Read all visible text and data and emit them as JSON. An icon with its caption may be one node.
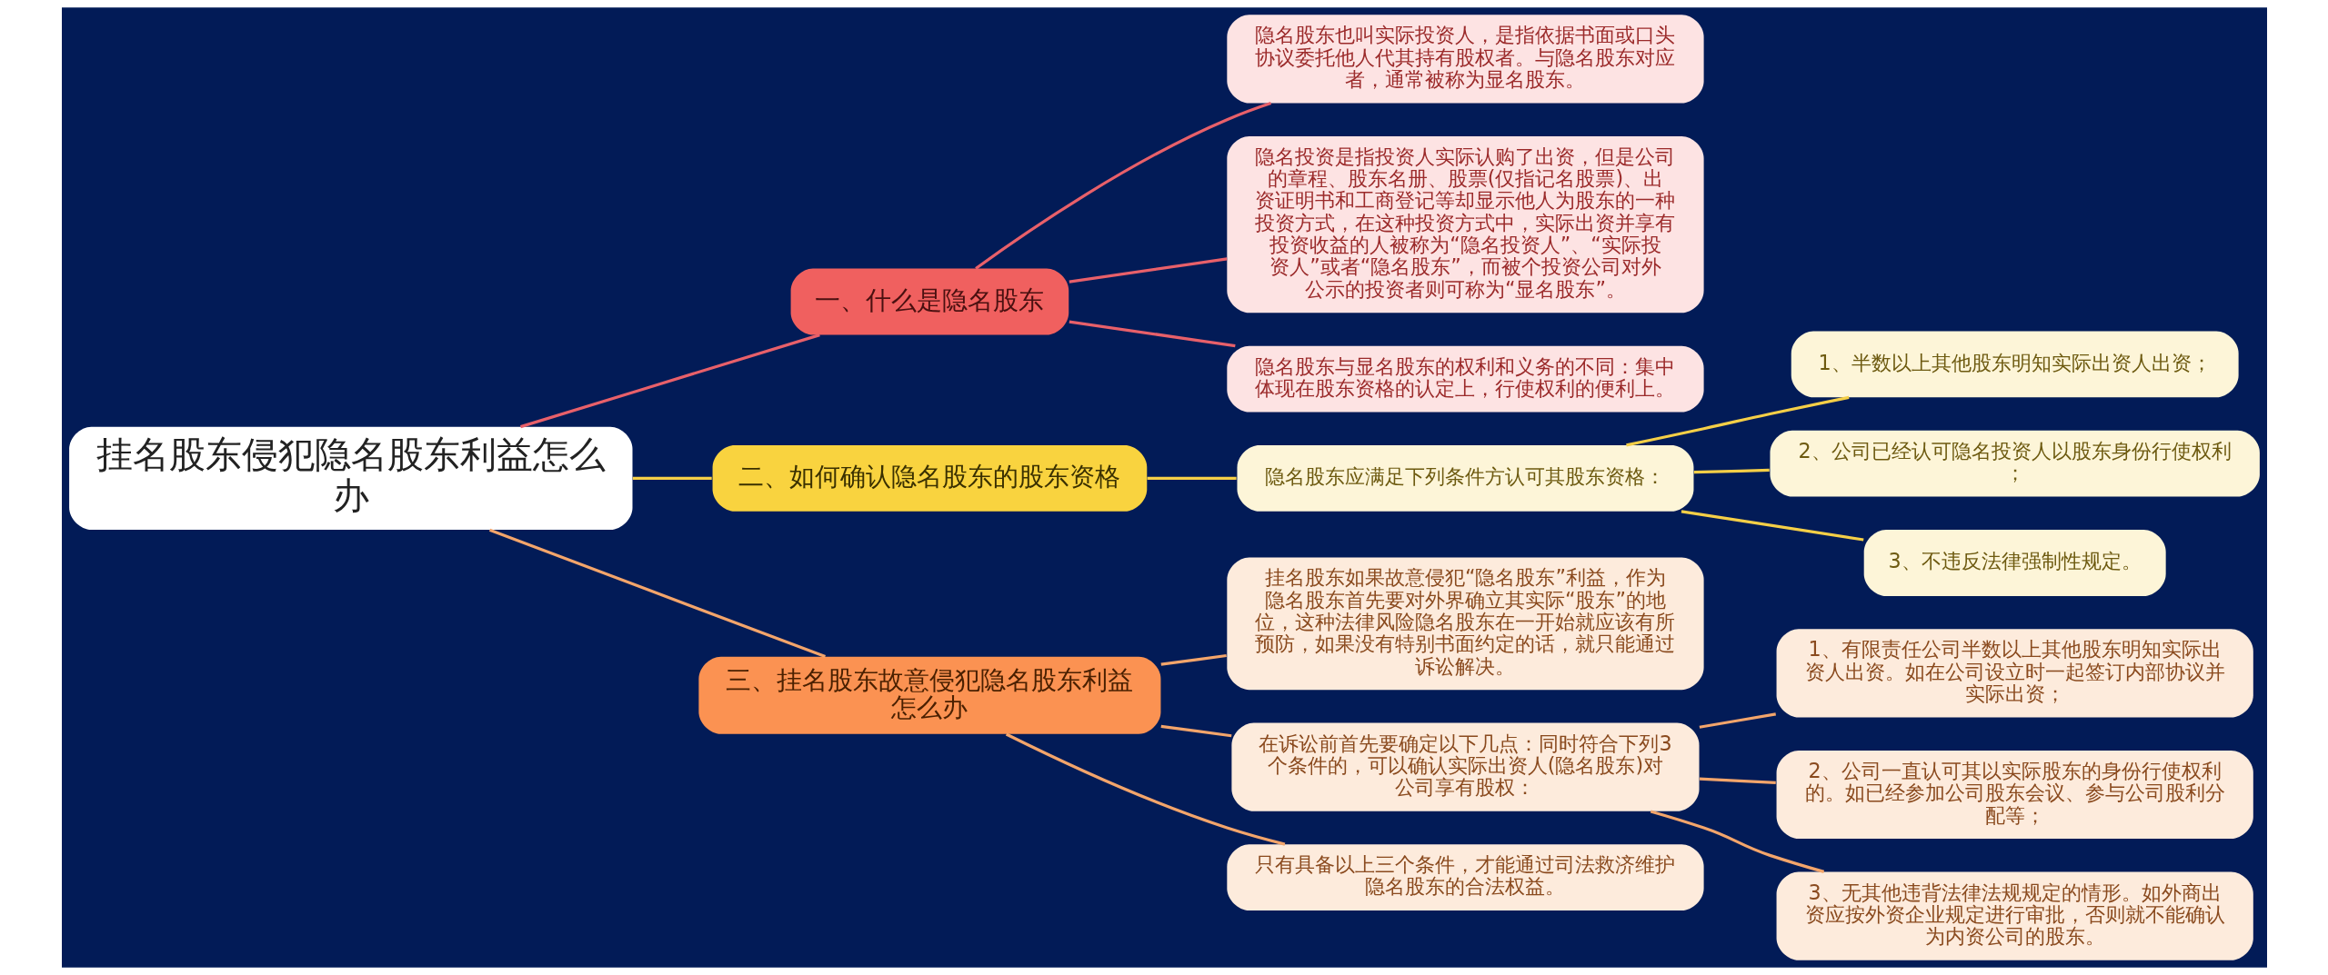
{
  "diagram": {
    "nodes": [
      {
        "text": [
          "挂名股东侵犯隐名股东利益怎么办"
        ]
      },
      {
        "text": [
          "一、什么是隐名股东"
        ]
      },
      {
        "text": [
          "隐名股东也叫实际投资人，是指依据书面或口头协议委托他人代其持有股权者。与隐名股东对应者，通常被称为显名股东。"
        ]
      },
      {
        "text": [
          "隐名投资是指投资人实际认购了出资，但是公司的章程、股东名册、股票(仅指记名股票)、出资证明书和工商登记等却显示他人为股东的一种投资方式，在这种投资方式中，实际出资并享有投资收益的人被称为“隐名投资人”、“实际投资人”或者“隐名股东”，而被个投资公司对外公示的投资者则可称为“显名股东”。"
        ]
      },
      {
        "text": [
          "隐名股东与显名股东的权利和义务的不同：集中体现在股东资格的认定上，行使权利的便利上。"
        ]
      },
      {
        "text": [
          "二、如何确认隐名股东的股东资格"
        ]
      },
      {
        "text": [
          "隐名股东应满足下列条件方认可其股东资格："
        ]
      },
      {
        "text": [
          "1、半数以上其他股东明知实际出资人出资；"
        ]
      },
      {
        "text": [
          "2、公司已经认可隐名投资人以股东身份行使权利；"
        ]
      },
      {
        "text": [
          "3、不违反法律强制性规定。"
        ]
      },
      {
        "text": [
          "三、挂名股东故意侵犯隐名股东利益怎么办"
        ]
      },
      {
        "text": [
          "挂名股东如果故意侵犯“隐名股东”利益，作为隐名股东首先要对外界确立其实际“股东”的地位，这种法律风险隐名股东在一开始就应该有所预防，如果没有特别书面约定的话，就只能通过诉讼解决。"
        ]
      },
      {
        "text": [
          "在诉讼前首先要确定以下几点：同时符合下列3个条件的，可以确认实际出资人(隐名股东)对公司享有股权："
        ]
      },
      {
        "text": [
          "1、有限责任公司半数以上其他股东明知实际出资人出资。如在公司设立时一起签订内部协议并实际出资；"
        ]
      },
      {
        "text": [
          "2、公司一直认可其以实际股东的身份行使权利的。如已经参加公司股东会议、参与公司股利分配等；"
        ]
      },
      {
        "text": [
          "3、无其他违背法律法规规定的情形。如外商出资应按外资企业规定进行审批，否则就不能确认为内资公司的股东。"
        ]
      },
      {
        "text": [
          "只有具备以上三个条件，才能通过司法救济维护隐名股东的合法权益。"
        ]
      }
    ],
    "edges": [
      {
        "from": 0,
        "to": 1,
        "arrow": "none",
        "color": "#e8606a"
      },
      {
        "from": 1,
        "to": 2,
        "arrow": "none",
        "color": "#e8606a"
      },
      {
        "from": 1,
        "to": 3,
        "arrow": "none",
        "color": "#e8606a"
      },
      {
        "from": 1,
        "to": 4,
        "arrow": "none",
        "color": "#e8606a"
      },
      {
        "from": 0,
        "to": 5,
        "arrow": "none",
        "color": "#f5cf47"
      },
      {
        "from": 5,
        "to": 6,
        "arrow": "none",
        "color": "#f5cf47"
      },
      {
        "from": 6,
        "to": 7,
        "arrow": "none",
        "color": "#f5cf47"
      },
      {
        "from": 6,
        "to": 8,
        "arrow": "none",
        "color": "#f5cf47"
      },
      {
        "from": 6,
        "to": 9,
        "arrow": "none",
        "color": "#f5cf47"
      },
      {
        "from": 0,
        "to": 10,
        "arrow": "none"
      },
      {
        "from": 10,
        "to": 11,
        "arrow": "none"
      },
      {
        "from": 10,
        "to": 12,
        "arrow": "none"
      },
      {
        "from": 12,
        "to": 13,
        "arrow": "none"
      },
      {
        "from": 12,
        "to": 14,
        "arrow": "none"
      },
      {
        "from": 12,
        "to": 15,
        "arrow": "none"
      },
      {
        "from": 10,
        "to": 16,
        "arrow": "none"
      }
    ]
  }
}
